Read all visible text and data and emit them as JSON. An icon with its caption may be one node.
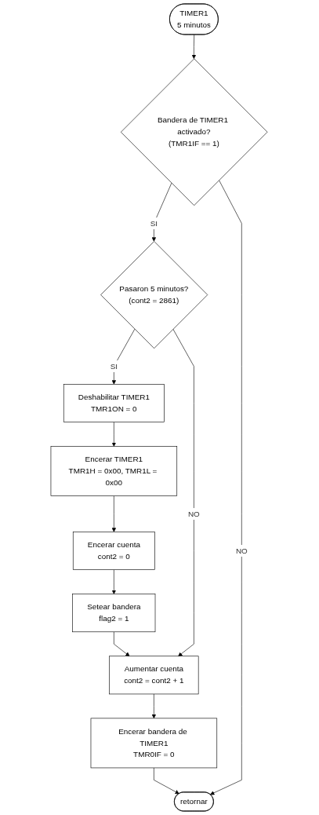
{
  "diagram": {
    "nodes": [
      {
        "text": [
          "TIMER1",
          "5 minutos"
        ]
      },
      {
        "text": [
          "Bandera de TIMER1 activado?",
          "(TMR1IF == 1)"
        ]
      },
      {
        "text": [
          "Pasaron 5 minutos?",
          "(cont2 = 2861)"
        ]
      },
      {
        "text": [
          "Deshabilitar TIMER1",
          "TMR1ON = 0"
        ]
      },
      {
        "text": [
          "Encerar TIMER1",
          "TMR1H = 0x00, TMR1L = 0x00"
        ]
      },
      {
        "text": [
          "Encerar cuenta",
          "cont2 = 0"
        ]
      },
      {
        "text": [
          "Setear bandera",
          "flag2 = 1"
        ]
      },
      {
        "text": [
          "Aumentar cuenta",
          "cont2 = cont2 + 1"
        ]
      },
      {
        "text": [
          "Encerar bandera de TIMER1",
          "TMR0IF = 0"
        ]
      },
      {
        "text": [
          "retornar"
        ]
      }
    ],
    "edges": [
      {
        "from": 0,
        "to": 1,
        "arrow": "to"
      },
      {
        "from": 1,
        "to": 2,
        "label": "SI",
        "arrow": "to"
      },
      {
        "from": 2,
        "to": 3,
        "label": "SI",
        "arrow": "to"
      },
      {
        "from": 3,
        "to": 4,
        "arrow": "to"
      },
      {
        "from": 4,
        "to": 5,
        "arrow": "to"
      },
      {
        "from": 5,
        "to": 6,
        "arrow": "to"
      },
      {
        "from": 6,
        "to": 7,
        "arrow": "to"
      },
      {
        "from": 2,
        "to": 7,
        "label": "NO",
        "arrow": "to"
      },
      {
        "from": 7,
        "to": 8,
        "arrow": "to"
      },
      {
        "from": 8,
        "to": 9,
        "arrow": "to"
      },
      {
        "from": 1,
        "to": 9,
        "label": "NO",
        "arrow": "to"
      }
    ]
  }
}
